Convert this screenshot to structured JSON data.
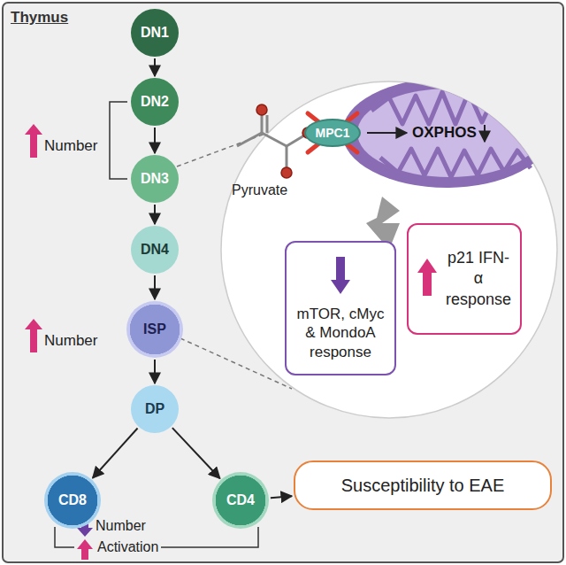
{
  "diagram": {
    "title": "Thymus",
    "nodes": [
      {
        "text": [
          "DN1"
        ]
      },
      {
        "text": [
          "DN2"
        ]
      },
      {
        "text": [
          "DN3"
        ]
      },
      {
        "text": [
          "DN4"
        ]
      },
      {
        "text": [
          "ISP"
        ]
      },
      {
        "text": [
          "DP"
        ]
      },
      {
        "text": [
          "CD8"
        ]
      },
      {
        "text": [
          "CD4"
        ]
      },
      {
        "text": [
          "MPC1"
        ]
      },
      {
        "text": [
          "mTOR, cMyc & MondoA response"
        ]
      },
      {
        "text": [
          "p21 IFN-α response"
        ]
      },
      {
        "text": [
          "Susceptibility to EAE"
        ]
      }
    ],
    "edges": [
      {
        "from": 0,
        "to": 1,
        "arrow": "to"
      },
      {
        "from": 1,
        "to": 2,
        "arrow": "to"
      },
      {
        "from": 2,
        "to": 3,
        "arrow": "to"
      },
      {
        "from": 3,
        "to": 4,
        "arrow": "to"
      },
      {
        "from": 4,
        "to": 5,
        "arrow": "to"
      },
      {
        "from": 5,
        "to": 6,
        "arrow": "to"
      },
      {
        "from": 5,
        "to": 7,
        "arrow": "to"
      },
      {
        "from": 7,
        "to": 11,
        "arrow": "to"
      }
    ],
    "labels": [
      "Number",
      "Number",
      "Number",
      "Activation",
      "Pyruvate",
      "OXPHOS"
    ]
  }
}
